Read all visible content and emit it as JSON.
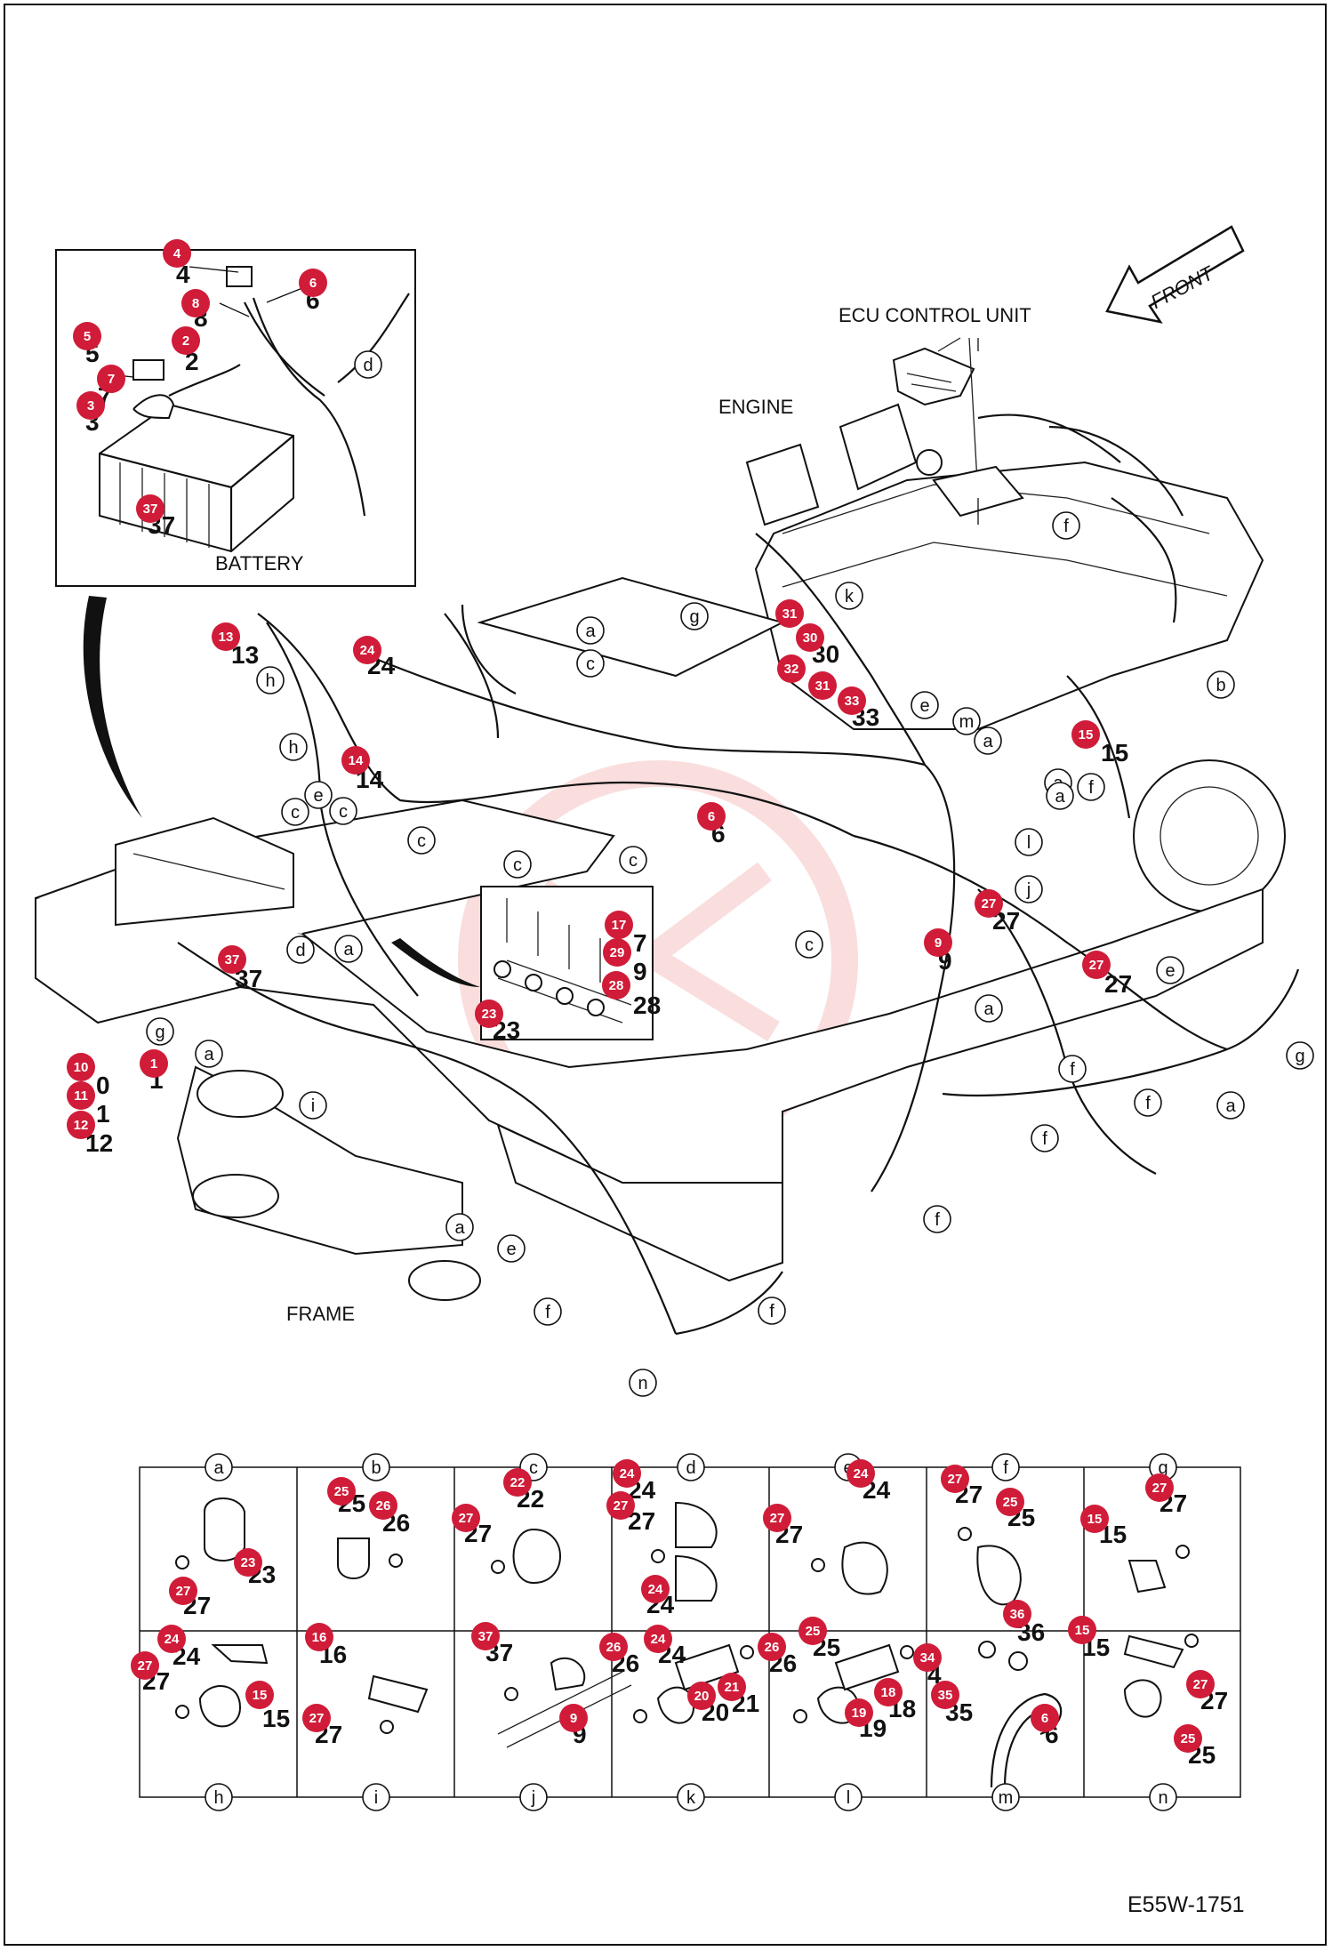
{
  "labels": {
    "ecu": "ECU CONTROL UNIT",
    "engine": "ENGINE",
    "battery": "BATTERY",
    "frame": "FRAME",
    "front": "FRONT",
    "figure_id": "E55W-1751"
  },
  "colors": {
    "badge": "#d01c38",
    "line": "#111111",
    "watermark": "#f2b8b8"
  },
  "detail_columns": [
    "a",
    "b",
    "c",
    "d",
    "e",
    "f",
    "g"
  ],
  "detail_columns_bottom": [
    "h",
    "i",
    "j",
    "k",
    "l",
    "m",
    "n"
  ],
  "main_badges": [
    "4",
    "8",
    "6",
    "5",
    "2",
    "7",
    "3",
    "37",
    "13",
    "24",
    "14",
    "31",
    "30",
    "32",
    "31",
    "33",
    "15",
    "6",
    "27",
    "9",
    "27",
    "17",
    "29",
    "28",
    "23",
    "37",
    "10",
    "1",
    "11",
    "12"
  ],
  "main_numbers": [
    "4",
    "8",
    "6",
    "5",
    "2",
    "7",
    "3",
    "37",
    "13",
    "24",
    "14",
    "30",
    "33",
    "15",
    "6",
    "27",
    "9",
    "27",
    "7",
    "9",
    "28",
    "23",
    "37",
    "0",
    "1",
    "1",
    "12"
  ],
  "callouts": [
    "d",
    "a",
    "c",
    "c",
    "c",
    "c",
    "c",
    "h",
    "h",
    "e",
    "c",
    "d",
    "a",
    "a",
    "i",
    "a",
    "e",
    "f",
    "n",
    "f",
    "c",
    "f",
    "f",
    "f",
    "a",
    "f",
    "a",
    "e",
    "a",
    "a",
    "l",
    "j",
    "m",
    "a",
    "f",
    "b",
    "f",
    "g",
    "g",
    "k",
    "e",
    "g"
  ],
  "detail_cells": {
    "a": {
      "badges": [
        "23",
        "27"
      ],
      "numbers": [
        "23",
        "27"
      ]
    },
    "b": {
      "badges": [
        "25",
        "26"
      ],
      "numbers": [
        "25",
        "26"
      ]
    },
    "c": {
      "badges": [
        "22",
        "27"
      ],
      "numbers": [
        "22",
        "27"
      ]
    },
    "d": {
      "badges": [
        "24",
        "27",
        "24"
      ],
      "numbers": [
        "24",
        "27",
        "24"
      ]
    },
    "e": {
      "badges": [
        "24",
        "27"
      ],
      "numbers": [
        "24",
        "27"
      ]
    },
    "f": {
      "badges": [
        "27",
        "25"
      ],
      "numbers": [
        "27",
        "25"
      ]
    },
    "g": {
      "badges": [
        "27",
        "15"
      ],
      "numbers": [
        "27",
        "15"
      ]
    },
    "h": {
      "badges": [
        "24",
        "27",
        "15"
      ],
      "numbers": [
        "24",
        "27",
        "15"
      ]
    },
    "i": {
      "badges": [
        "16",
        "27"
      ],
      "numbers": [
        "16",
        "27"
      ]
    },
    "j": {
      "badges": [
        "37",
        "9"
      ],
      "numbers": [
        "37",
        "9"
      ]
    },
    "k": {
      "badges": [
        "26",
        "24",
        "20",
        "21"
      ],
      "numbers": [
        "26",
        "24",
        "20",
        "21"
      ]
    },
    "l": {
      "badges": [
        "26",
        "25",
        "19",
        "18"
      ],
      "numbers": [
        "26",
        "25",
        "19",
        "18"
      ]
    },
    "m": {
      "badges": [
        "36",
        "34",
        "35",
        "6"
      ],
      "numbers": [
        "36",
        "4",
        "35",
        "6"
      ]
    },
    "n": {
      "badges": [
        "15",
        "27",
        "25"
      ],
      "numbers": [
        "15",
        "27",
        "25"
      ]
    }
  }
}
